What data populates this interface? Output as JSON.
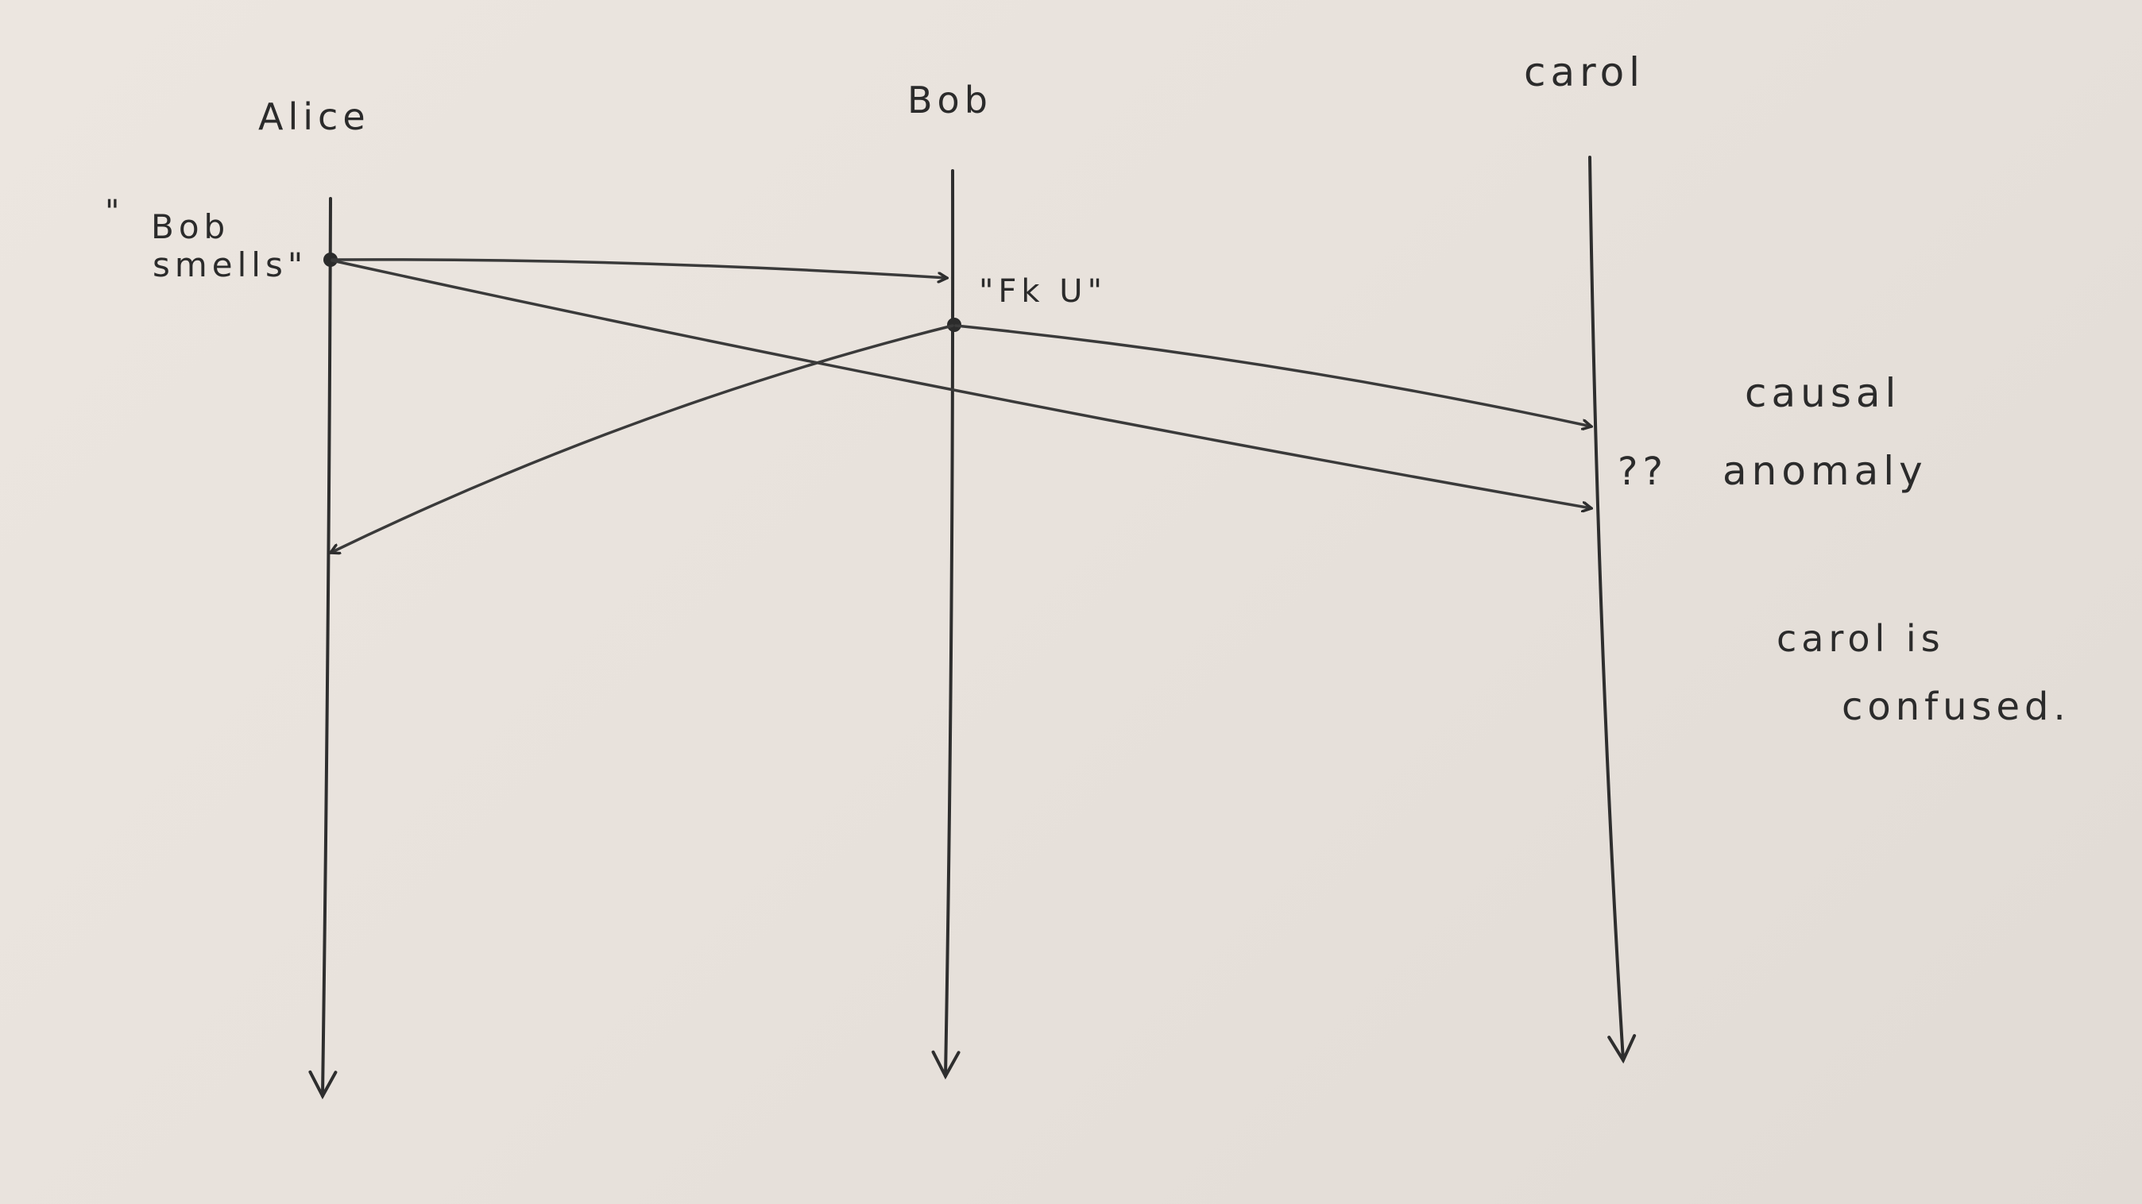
{
  "participants": [
    {
      "id": "alice",
      "label": "Alice"
    },
    {
      "id": "bob",
      "label": "Bob"
    },
    {
      "id": "carol",
      "label": "carol"
    }
  ],
  "events": {
    "alice_send": {
      "quote_open": "\"",
      "line1": "Bob",
      "line2": "smells\""
    },
    "bob_send": {
      "label": "\"Fk U\""
    }
  },
  "messages": [
    {
      "from": "alice",
      "to": "bob",
      "label": "Bob smells"
    },
    {
      "from": "alice",
      "to": "carol",
      "label": "Bob smells"
    },
    {
      "from": "bob",
      "to": "alice",
      "label": "Fk U"
    },
    {
      "from": "bob",
      "to": "carol",
      "label": "Fk U"
    }
  ],
  "notes": {
    "question_marks": "??",
    "causal_line1": "causal",
    "causal_line2": "anomaly",
    "confused_line1": "carol is",
    "confused_line2": "confused."
  }
}
